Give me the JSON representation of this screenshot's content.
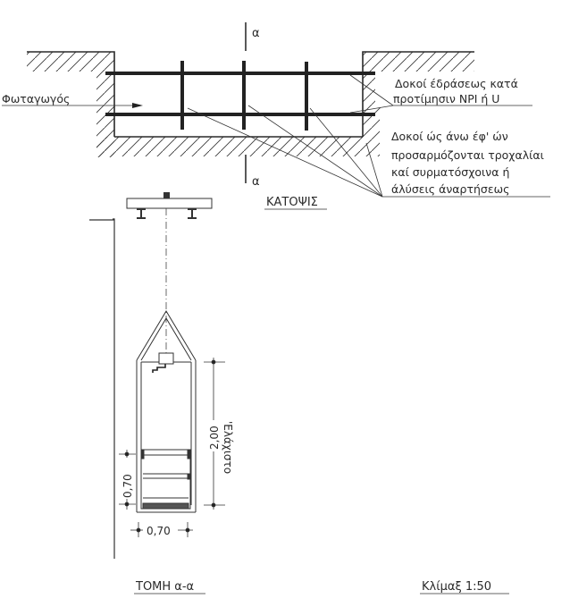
{
  "plan_view": {
    "title": "ΚΑΤΟΨΙΣ",
    "section_marker": "α",
    "shaft_label": "Φωταγωγός",
    "note_support_beams": [
      "Δοκοί έδράσεως κατά",
      "προτίμησιν  ΝΡΙ ή U"
    ],
    "note_pulley_beams": [
      "Δοκοί ώς άνω έφ' ών",
      "προσαρμόζονται τροχαλίαι",
      "καί συρματόσχοινα ή",
      "άλύσεις άναρτήσεως"
    ]
  },
  "section_view": {
    "title": "ΤΟΜΗ α-α",
    "dim_height": "2,00",
    "dim_height_note": "'Ελάχιστο",
    "dim_seat_height": "0,70",
    "dim_seat_width": "0,70"
  },
  "scale": {
    "label": "Κλίμαξ  1:50"
  },
  "colors": {
    "ink": "#2a2a2a",
    "paper": "#ffffff"
  }
}
